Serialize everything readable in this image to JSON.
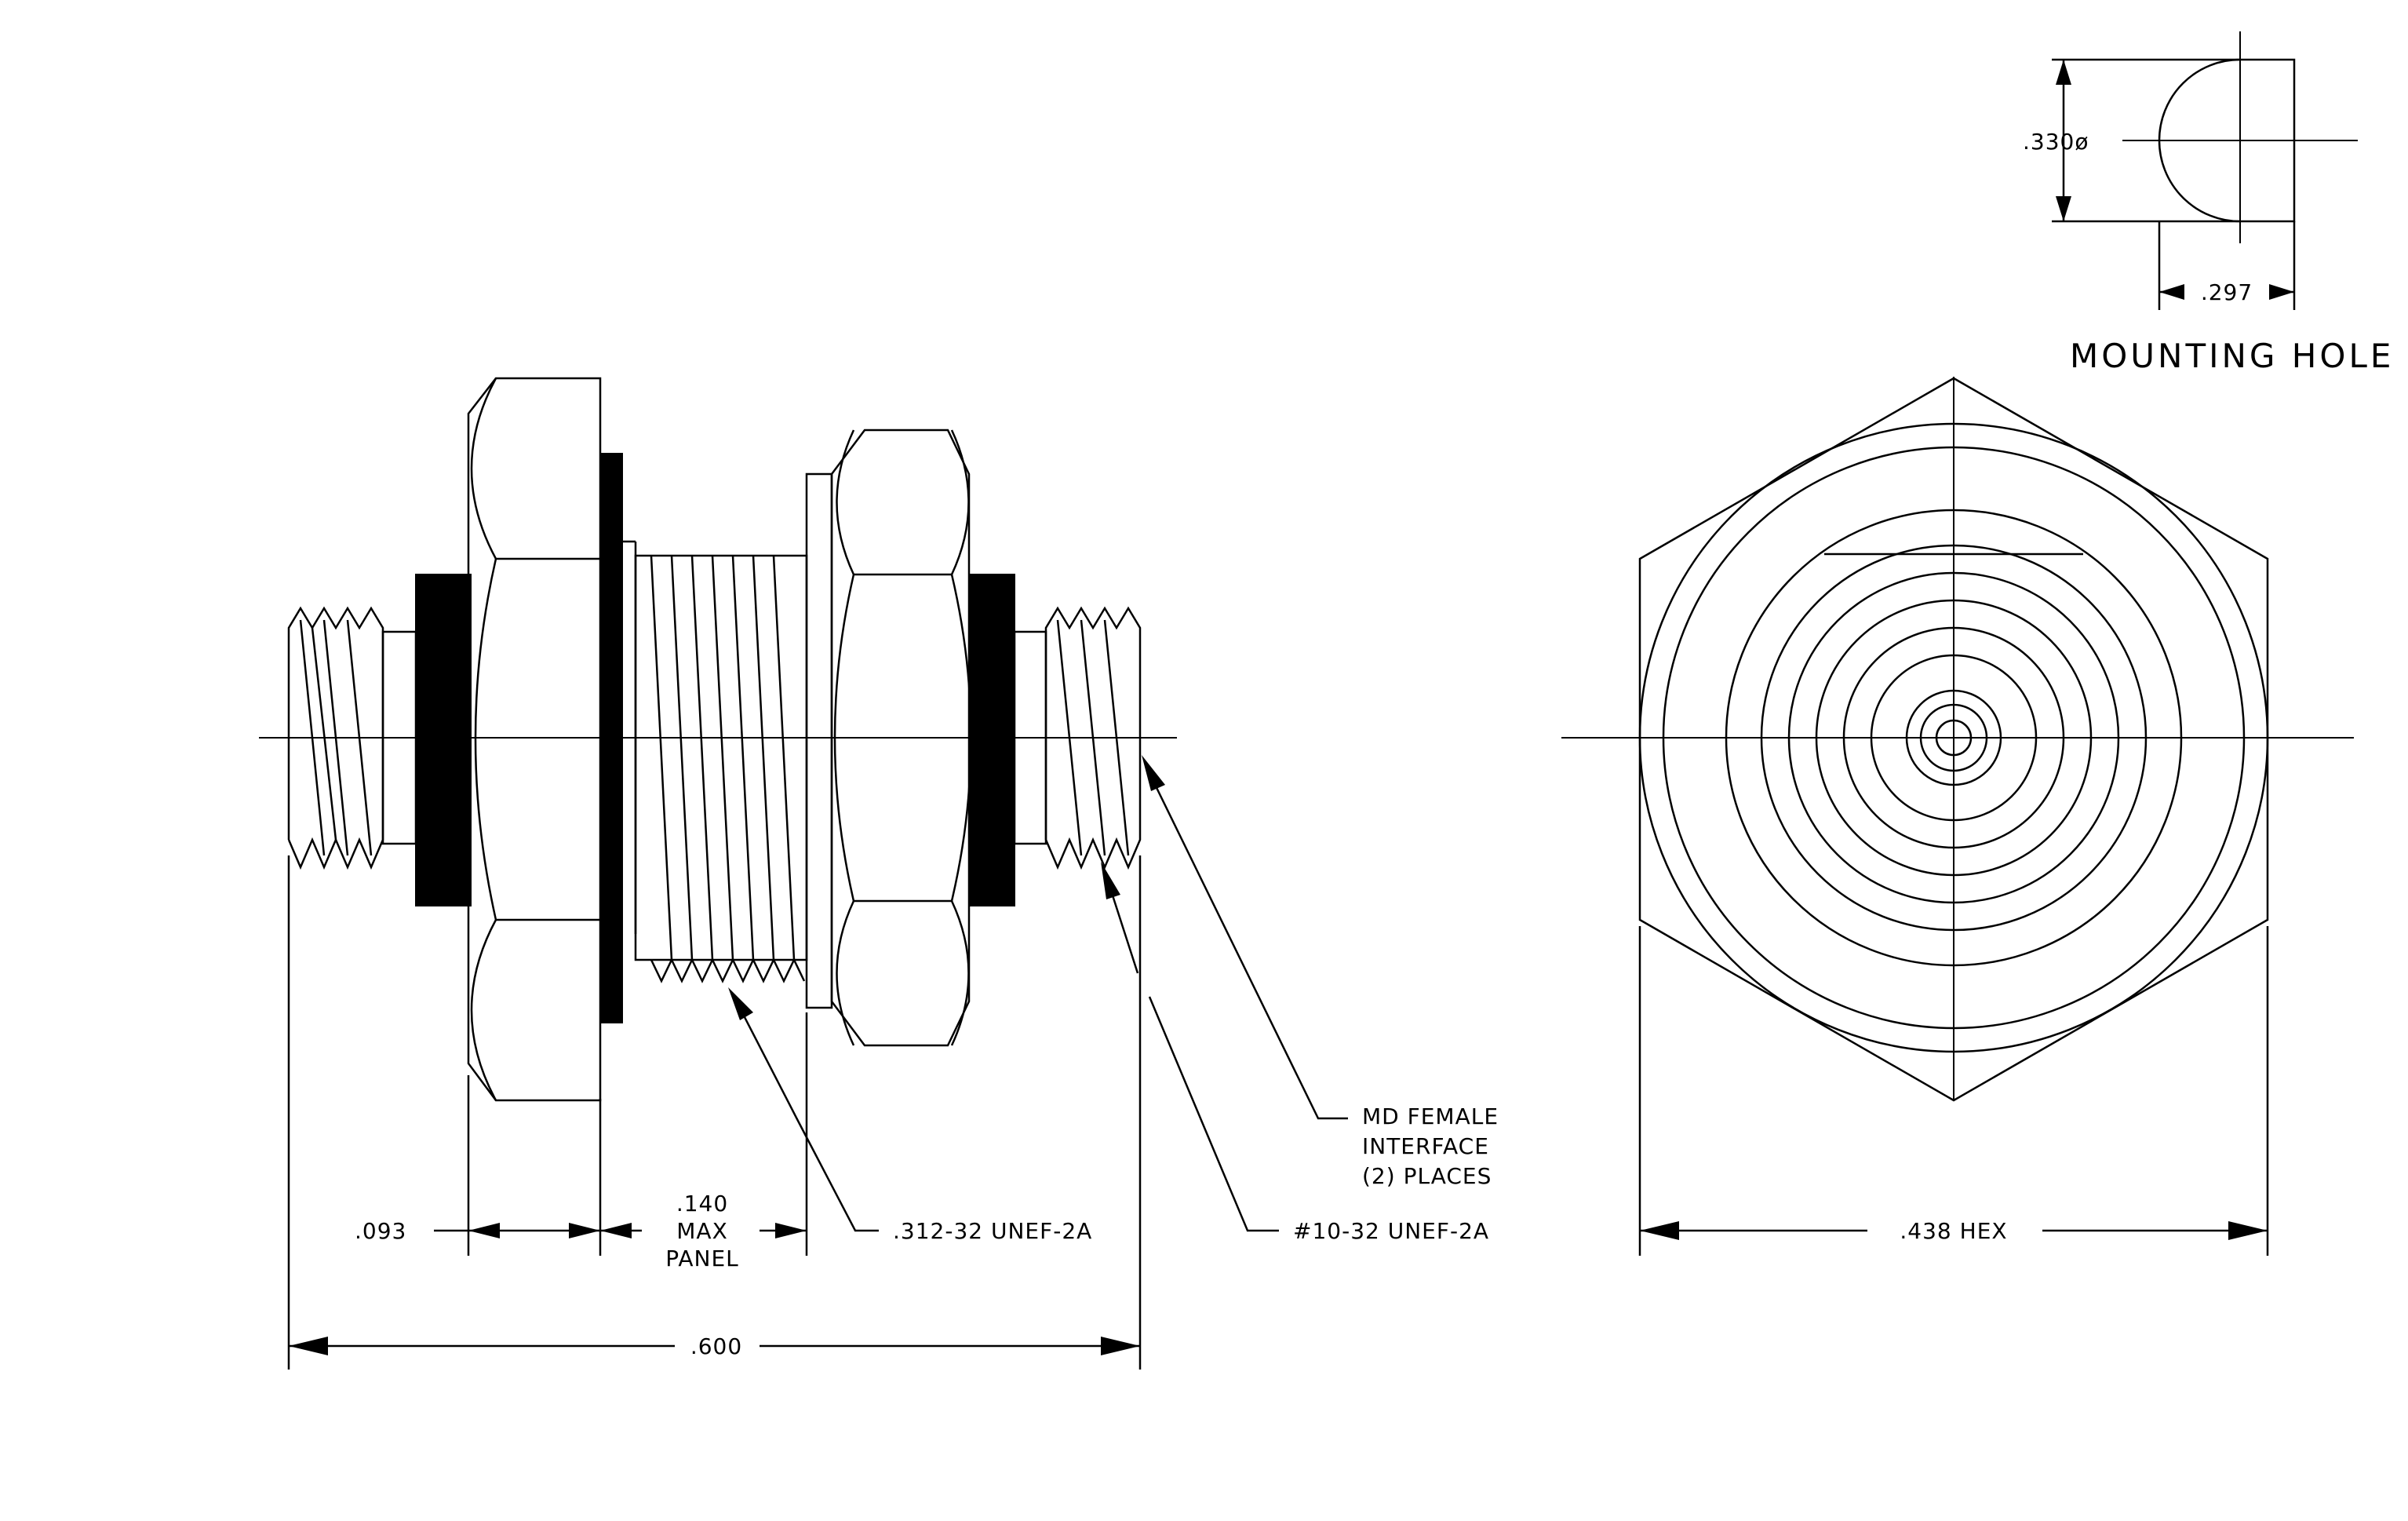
{
  "drawing": {
    "mounting_hole": {
      "title": "MOUNTING HOLE",
      "diameter": ".330ø",
      "flat_width": ".297"
    },
    "side_view": {
      "dim_093": ".093",
      "panel_line1": ".140",
      "panel_line2": "MAX",
      "panel_line3": "PANEL",
      "thread_main": ".312-32 UNEF-2A",
      "thread_end": "#10-32 UNEF-2A",
      "interface_line1": "MD FEMALE",
      "interface_line2": "INTERFACE",
      "interface_line3": "(2)  PLACES",
      "overall_length": ".600"
    },
    "end_view": {
      "hex_size": ".438 HEX"
    }
  }
}
